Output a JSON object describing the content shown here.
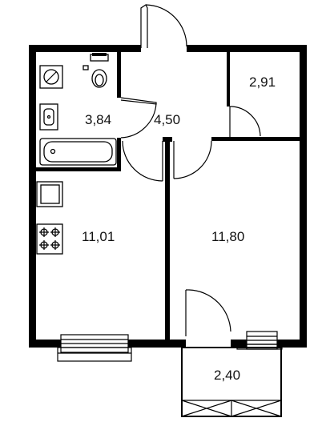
{
  "rooms": [
    {
      "id": "bathroom",
      "area": "3,84"
    },
    {
      "id": "hallway",
      "area": "4,50"
    },
    {
      "id": "storage",
      "area": "2,91"
    },
    {
      "id": "kitchen",
      "area": "11,01"
    },
    {
      "id": "bedroom",
      "area": "11,80"
    },
    {
      "id": "balcony",
      "area": "2,40"
    }
  ],
  "colors": {
    "wall": "#000000",
    "background": "#ffffff",
    "text": "#111111"
  }
}
